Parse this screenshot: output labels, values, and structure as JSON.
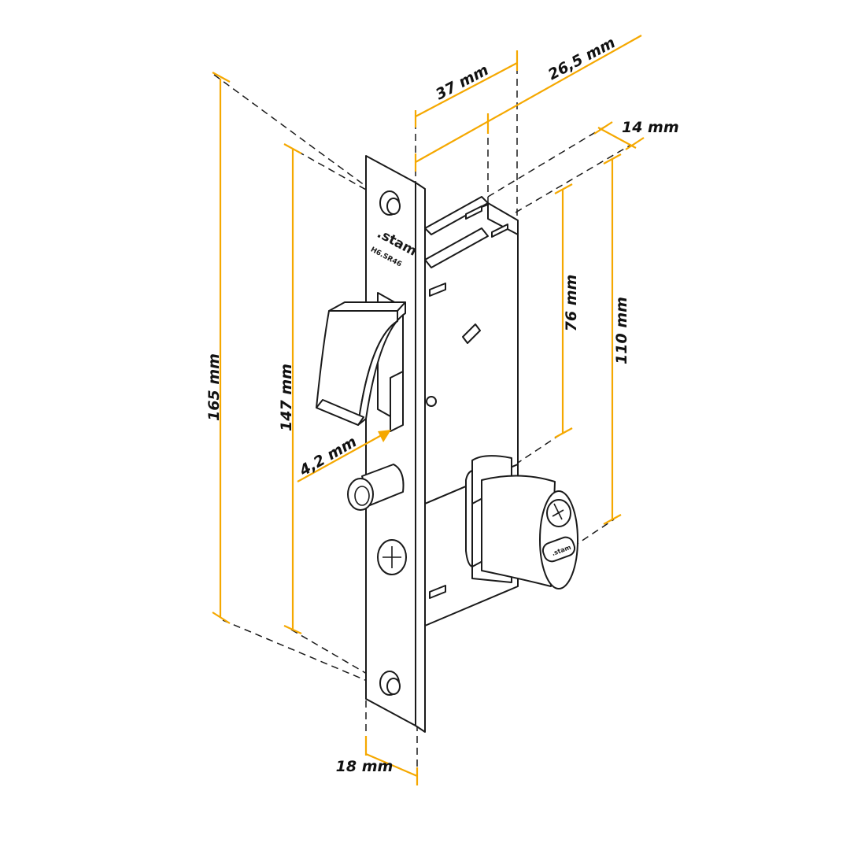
{
  "colors": {
    "dimension": "#f5a800",
    "outline": "#1a1a1a",
    "background": "#ffffff"
  },
  "brand": {
    "logo_text": ".stam",
    "model_text": "H6.SR46"
  },
  "dimensions": {
    "height_total": "165 mm",
    "height_body": "147 mm",
    "latch_offset": "4,2 mm",
    "faceplate_width": "18 mm",
    "backset": "37 mm",
    "depth": "26,5 mm",
    "body_thickness": "14 mm",
    "cylinder_height": "76 mm",
    "cylinder_total": "110 mm"
  }
}
